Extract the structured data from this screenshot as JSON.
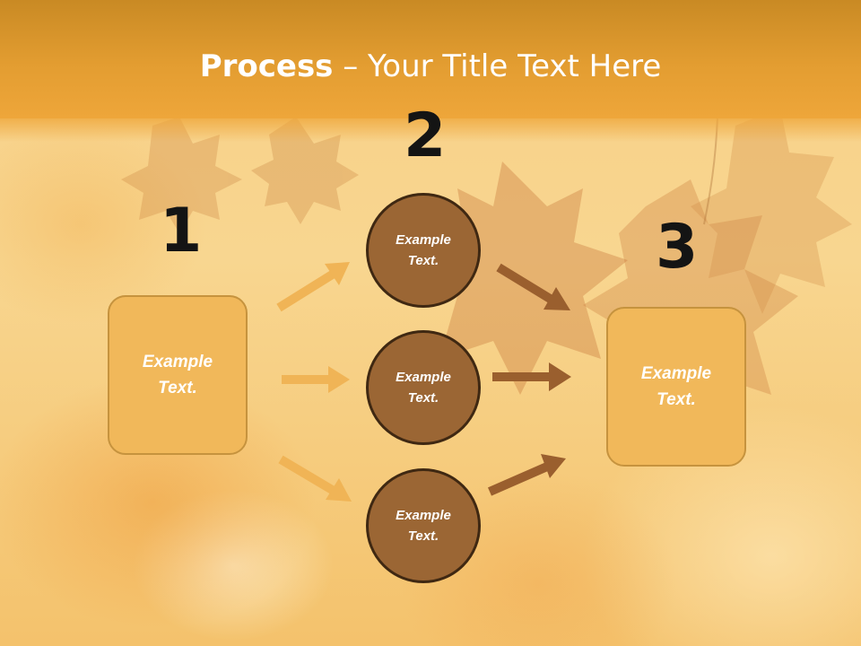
{
  "slide": {
    "title_bold": "Process",
    "title_rest": " – Your Title Text Here"
  },
  "steps": [
    {
      "number": "1",
      "box_text": "Example\nText."
    },
    {
      "number": "2",
      "circles": [
        "Example\nText.",
        "Example\nText.",
        "Example\nText."
      ]
    },
    {
      "number": "3",
      "box_text": "Example\nText."
    }
  ],
  "colors": {
    "header": "#e39d31",
    "box_fill": "#f1b85a",
    "circle_fill": "#9b6634",
    "arrow_light": "#f0b456",
    "arrow_dark": "#9a5f2e"
  }
}
